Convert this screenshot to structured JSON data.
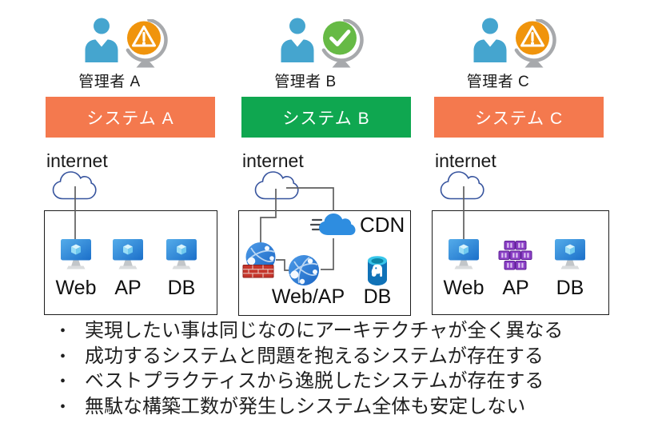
{
  "colors": {
    "banner_warning_orange": "#F4794E",
    "banner_ok_green": "#0FA750",
    "person_blue": "#45A5CF",
    "status_warning_orange": "#F0940C",
    "status_ok_green": "#66BA45",
    "connector_gray": "#5F5F5F",
    "azure_blue": "#2E8DE0",
    "container_purple": "#8B3FC6"
  },
  "columns": [
    {
      "admin_label": "管理者 A",
      "person_icon": "person",
      "status_icon": "globe-warning",
      "system_banner": {
        "label": "システム A",
        "color": "#F4794E"
      },
      "internet_label": "internet",
      "cloud_icon": "cloud-outline",
      "nodes": [
        {
          "label": "Web",
          "icon": "vm-monitor"
        },
        {
          "label": "AP",
          "icon": "vm-monitor"
        },
        {
          "label": "DB",
          "icon": "vm-monitor"
        }
      ]
    },
    {
      "admin_label": "管理者 B",
      "person_icon": "person",
      "status_icon": "globe-check",
      "system_banner": {
        "label": "システム B",
        "color": "#0FA750"
      },
      "internet_label": "internet",
      "cloud_icon": "cloud-outline",
      "nodes": [
        {
          "label": "CDN",
          "icon": "cdn-cloud"
        },
        {
          "label": "Web/AP",
          "icon": "web-app-globe"
        },
        {
          "label": "DB",
          "icon": "postgres-database"
        }
      ],
      "extra_icon": "app-gateway-firewall"
    },
    {
      "admin_label": "管理者 C",
      "person_icon": "person",
      "status_icon": "globe-warning",
      "system_banner": {
        "label": "システム C",
        "color": "#F4794E"
      },
      "internet_label": "internet",
      "cloud_icon": "cloud-outline",
      "nodes": [
        {
          "label": "Web",
          "icon": "vm-monitor"
        },
        {
          "label": "AP",
          "icon": "containers-purple"
        },
        {
          "label": "DB",
          "icon": "vm-monitor"
        }
      ]
    }
  ],
  "bullets": [
    "実現したい事は同じなのにアーキテクチャが全く異なる",
    "成功するシステムと問題を抱えるシステムが存在する",
    "ベストプラクティスから逸脱したシステムが存在する",
    "無駄な構築工数が発生しシステム全体も安定しない"
  ]
}
